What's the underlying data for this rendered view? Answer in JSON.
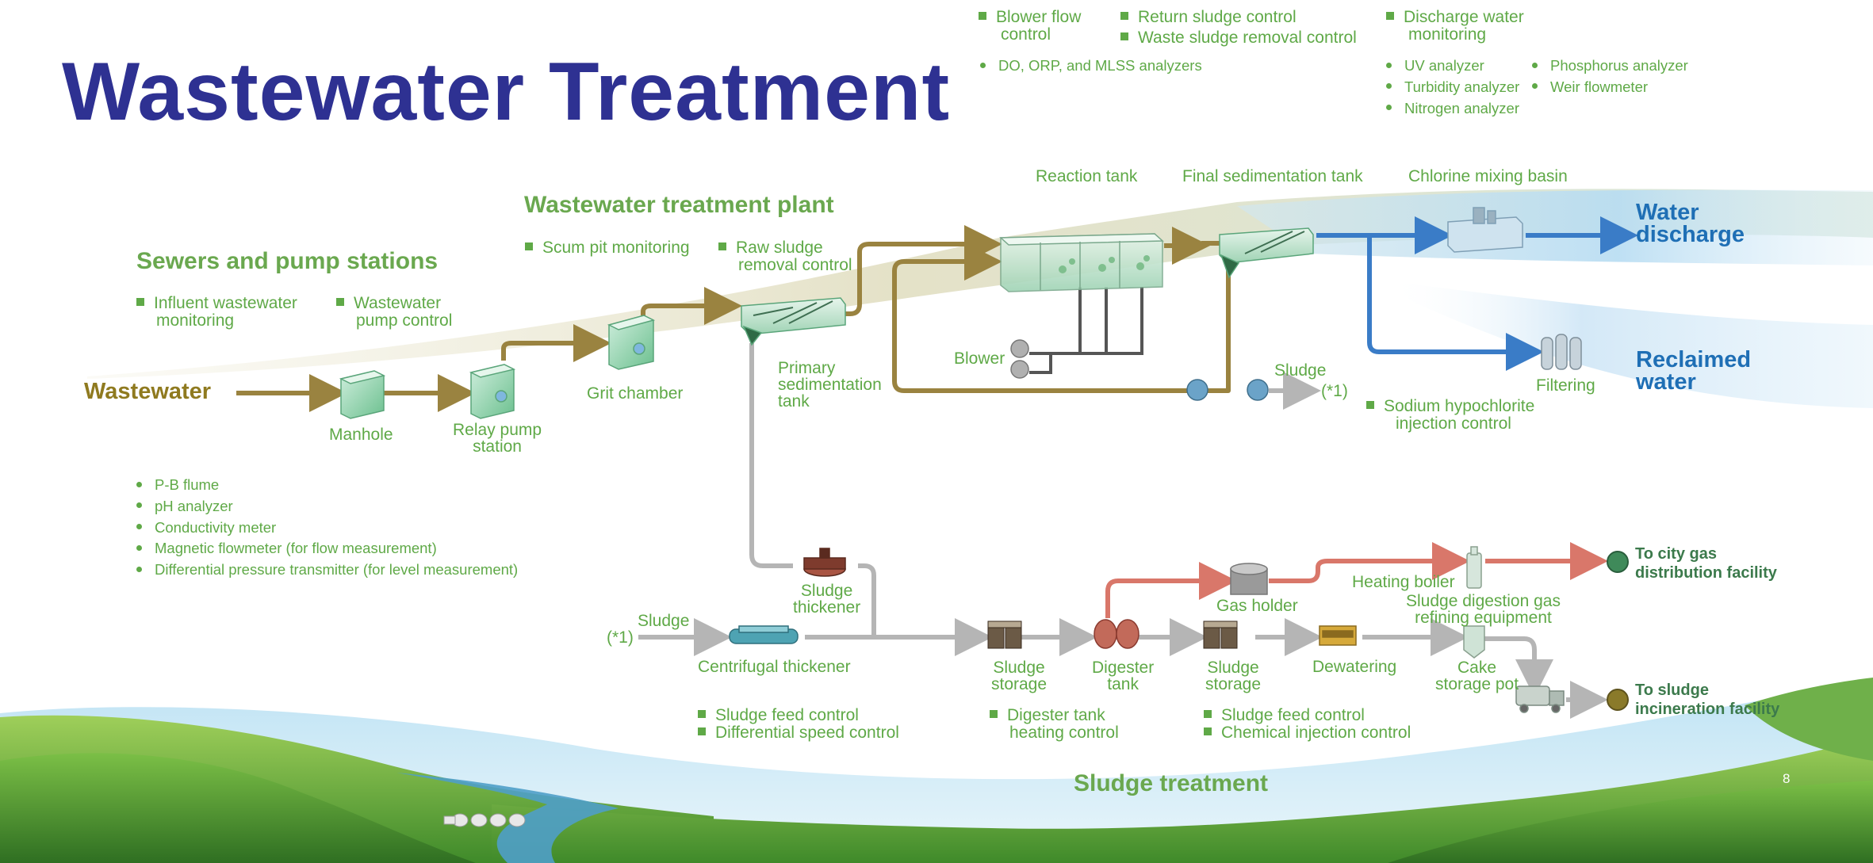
{
  "title": "Wastewater Treatment",
  "page_number": "8",
  "colors": {
    "title": "#2e3192",
    "section": "#6aa84f",
    "text": "#5fa947",
    "wastewater_flow": "#9a8340",
    "water_flow": "#3a7cc7",
    "sludge_flow": "#b5b5b5",
    "gas_flow": "#d9776a"
  },
  "sections": {
    "sewers": "Sewers and pump stations",
    "plant": "Wastewater treatment plant",
    "sludge": "Sludge treatment"
  },
  "controls": {
    "influent": [
      "Influent wastewater",
      "monitoring"
    ],
    "pump_control": [
      "Wastewater",
      "pump control"
    ],
    "scum": [
      "Scum pit monitoring"
    ],
    "raw_sludge": [
      "Raw sludge",
      "removal control"
    ],
    "blower_flow": [
      "Blower flow",
      "control"
    ],
    "return_sludge": [
      "Return sludge control"
    ],
    "waste_sludge": [
      "Waste sludge removal control"
    ],
    "discharge": [
      "Discharge water",
      "monitoring"
    ],
    "sodium": [
      "Sodium hypochlorite",
      "injection control"
    ],
    "sludge_feed_1": [
      "Sludge feed control"
    ],
    "diff_speed": [
      "Differential speed control"
    ],
    "digester_heat": [
      "Digester tank",
      "heating control"
    ],
    "sludge_feed_2": [
      "Sludge feed control"
    ],
    "chemical": [
      "Chemical injection control"
    ]
  },
  "analyzers": {
    "reaction": [
      "DO, ORP, and MLSS analyzers"
    ],
    "discharge_col1": [
      "UV analyzer",
      "Turbidity analyzer",
      "Nitrogen analyzer"
    ],
    "discharge_col2": [
      "Phosphorus analyzer",
      "Weir flowmeter"
    ]
  },
  "instruments": [
    "P-B flume",
    "pH analyzer",
    "Conductivity meter",
    "Magnetic flowmeter (for flow measurement)",
    "Differential pressure transmitter (for level measurement)"
  ],
  "labels": {
    "wastewater": "Wastewater",
    "manhole": "Manhole",
    "relay_pump": [
      "Relay pump",
      "station"
    ],
    "grit": "Grit chamber",
    "primary": [
      "Primary",
      "sedimentation",
      "tank"
    ],
    "reaction": "Reaction tank",
    "final_sed": "Final sedimentation tank",
    "chlorine": "Chlorine mixing basin",
    "blower": "Blower",
    "sludge_top": "Sludge",
    "ref_top": "(*1)",
    "filtering": "Filtering",
    "water_discharge": [
      "Water",
      "discharge"
    ],
    "reclaimed": [
      "Reclaimed",
      "water"
    ],
    "sludge_in": "Sludge",
    "ref_in": "(*1)",
    "centrifugal": "Centrifugal thickener",
    "thickener": [
      "Sludge",
      "thickener"
    ],
    "sludge_storage_1": [
      "Sludge",
      "storage"
    ],
    "digester": [
      "Digester",
      "tank"
    ],
    "gas_holder": "Gas holder",
    "heating_boiler": "Heating boiler",
    "gas_refining": [
      "Sludge digestion gas",
      "refining equipment"
    ],
    "sludge_storage_2": [
      "Sludge",
      "storage"
    ],
    "dewatering": "Dewatering",
    "cake": [
      "Cake",
      "storage pot"
    ],
    "city_gas": [
      "To city gas",
      "distribution facility"
    ],
    "incineration": [
      "To sludge",
      "incineration facility"
    ]
  }
}
